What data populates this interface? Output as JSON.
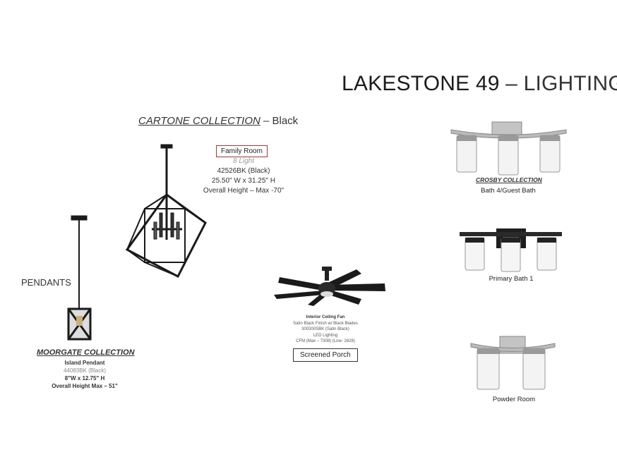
{
  "title": {
    "bold": "LAKESTONE 49",
    "rest": " – LIGHTING"
  },
  "cartone": {
    "collection": "CARTONE COLLECTION",
    "finish": " – Black",
    "room": "Family Room",
    "lights": "8 Light",
    "model": "42526BK (Black)",
    "size": "25.50\" W x 31.25\" H",
    "height": "Overall Height –  Max -70\""
  },
  "pendants_label": "PENDANTS",
  "moorgate": {
    "collection": "MOORGATE COLLECTION",
    "type": "Island Pendant",
    "model": "44083BK (Black)",
    "size": "8\"W x 12.75\" H",
    "height": "Overall Height Max – 51\""
  },
  "fan": {
    "type": "Interior Ceiling Fan",
    "finish": "Satin Black Finish w/ Black Blades",
    "model": "300300SBK (Satin Black)",
    "lighting": "LED Lighting",
    "cfm": "CFM (Max – 7308) (Low- 2628)",
    "room": "Screened Porch"
  },
  "crosby": {
    "collection": "CROSBY COLLECTION",
    "room1": "Bath 4/Guest Bath",
    "room2": "Primary Bath 1",
    "room3": "Powder Room"
  }
}
